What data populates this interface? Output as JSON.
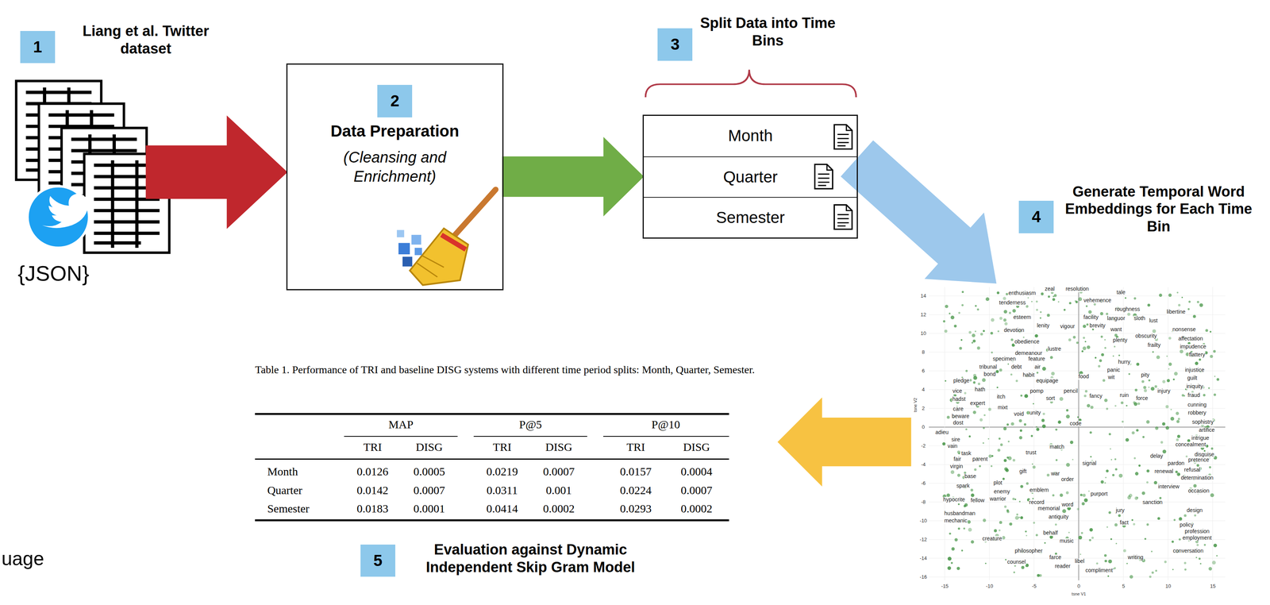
{
  "diagram": {
    "nodes": [
      {
        "text": [
          "1",
          "Liang et al. Twitter dataset"
        ]
      },
      {
        "text": [
          "2",
          "Data Preparation",
          "(Cleansing and Enrichment)"
        ]
      },
      {
        "text": [
          "3",
          "Split Data into Time Bins"
        ]
      },
      {
        "text": [
          "Month"
        ],
        "in": 2
      },
      {
        "text": [
          "Quarter"
        ],
        "in": 2
      },
      {
        "text": [
          "Semester"
        ],
        "in": 2
      },
      {
        "text": [
          "4",
          "Generate Temporal Word Embeddings for Each Time Bin"
        ]
      },
      {
        "text": [
          "Table 1. Performance of TRI and baseline DISG systems with different time period splits: Month, Quarter, Semester."
        ]
      },
      {
        "text": [
          "5",
          "Evaluation against Dynamic Independent Skip Gram Model"
        ]
      }
    ],
    "edges": [
      {
        "from": 0,
        "to": 1,
        "arrow": "to"
      },
      {
        "from": 1,
        "to": 2,
        "arrow": "to"
      },
      {
        "from": 2,
        "to": 6,
        "arrow": "to"
      },
      {
        "from": 6,
        "to": 7,
        "arrow": "to"
      }
    ],
    "labels": [
      "{JSON}",
      "uage",
      "MAP",
      "P@5",
      "P@10",
      "TRI",
      "DISG",
      "TRI",
      "DISG",
      "TRI",
      "DISG",
      "Month",
      "0.0126",
      "0.0005",
      "0.0219",
      "0.0007",
      "0.0157",
      "0.0004",
      "Quarter",
      "0.0142",
      "0.0007",
      "0.0311",
      "0.001",
      "0.0224",
      "0.0007",
      "Semester",
      "0.0183",
      "0.0001",
      "0.0414",
      "0.0002",
      "0.0293",
      "0.0002",
      "14",
      "12",
      "10",
      "8",
      "6",
      "4",
      "2",
      "0",
      "-2",
      "-4",
      "-6",
      "-8",
      "-10",
      "-12",
      "-14",
      "-16",
      "-15",
      "-10",
      "-5",
      "0",
      "5",
      "10",
      "15",
      "tsne V2",
      "tsne V1",
      "enthusiasm",
      "zeal",
      "resolution",
      "tale",
      "tenderness",
      "vehemence",
      "roughness",
      "libertine",
      "esteem",
      "facility",
      "languor",
      "sloth",
      "lust",
      "vigour",
      "lenity",
      "brevity",
      "nonsense",
      "devotion",
      "want",
      "obscurity",
      "affectation",
      "obedience",
      "plenty",
      "frailty",
      "impudence",
      "lustre",
      "demeanour",
      "flattery",
      "specimen",
      "feature",
      "hurry",
      "tribunal",
      "debt",
      "air",
      "injustice",
      "panic",
      "bond",
      "habit",
      "food",
      "wit",
      "pity",
      "guilt",
      "pledge",
      "equipage",
      "iniquity",
      "vice",
      "hath",
      "pomp",
      "pencil",
      "injury",
      "fancy",
      "ruin",
      "fraud",
      "hadst",
      "itch",
      "sort",
      "force",
      "expert",
      "cunning",
      "care",
      "mixt",
      "void",
      "unity",
      "robbery",
      "beware",
      "dost",
      "code",
      "sophistry",
      "adieu",
      "artifice",
      "intrigue",
      "sire",
      "vain",
      "match",
      "concealment",
      "trust",
      "task",
      "disguise",
      "delay",
      "fair",
      "parent",
      "pretence",
      "signal",
      "pardon",
      "virgin",
      "gift",
      "renewal",
      "refusal",
      "war",
      "base",
      "determination",
      "order",
      "plot",
      "spark",
      "interview",
      "occasion",
      "enemy",
      "emblem",
      "purport",
      "hypocrite",
      "fellow",
      "warrior",
      "record",
      "sanction",
      "word",
      "memorial",
      "design",
      "jury",
      "husbandman",
      "antiquity",
      "mechanic",
      "fact",
      "policy",
      "profession",
      "behalf",
      "employment",
      "creature",
      "music",
      "conversation",
      "philosopher",
      "farce",
      "writing",
      "counsel",
      "libel",
      "reader",
      "compliment"
    ]
  }
}
